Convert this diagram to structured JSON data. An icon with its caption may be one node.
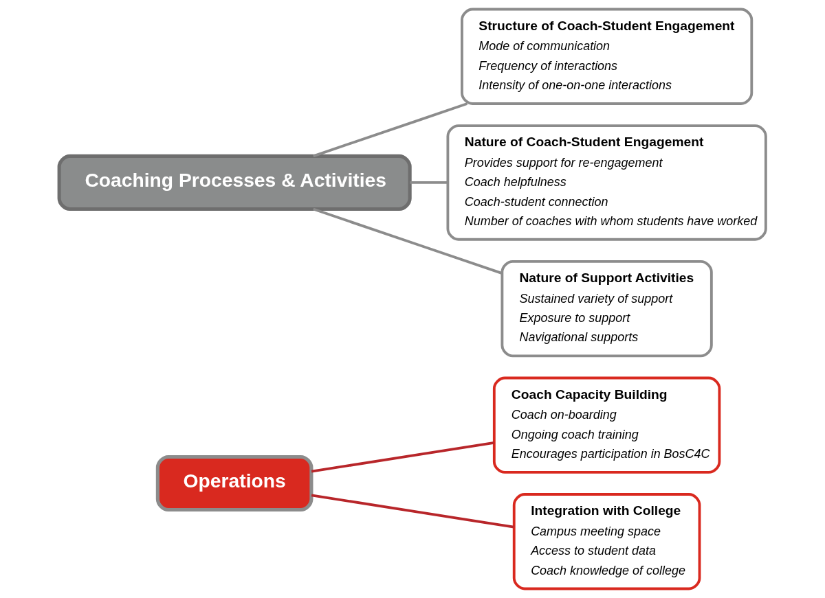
{
  "diagram": {
    "nodes": [
      {
        "text": [
          "Operations"
        ]
      },
      {
        "text": [
          "Coach Capacity Building",
          "Coach on-boarding",
          "Ongoing coach training",
          "Encourages participation in BosC4C"
        ]
      },
      {
        "text": [
          "Integration with College",
          "Campus meeting space",
          "Access to student data",
          "Coach knowledge of college"
        ]
      },
      {
        "text": [
          "Coaching Processes & Activities"
        ]
      },
      {
        "text": [
          "Structure of Coach-Student Engagement",
          "Mode of communication",
          "Frequency of interactions",
          "Intensity of one-on-one interactions"
        ]
      },
      {
        "text": [
          "Nature of Coach-Student Engagement",
          "Provides support for re-engagement",
          "Coach helpfulness",
          "Coach-student connection",
          "Number of coaches with whom students have worked"
        ]
      },
      {
        "text": [
          "Nature of Support Activities",
          "Sustained variety of support",
          "Exposure to support",
          "Navigational supports"
        ]
      }
    ],
    "edges": [
      {
        "from": 0,
        "to": 1,
        "arrow": "none",
        "color": "#b8262a"
      },
      {
        "from": 0,
        "to": 2,
        "arrow": "none",
        "color": "#b8262a"
      },
      {
        "from": 3,
        "to": 4,
        "arrow": "none"
      },
      {
        "from": 3,
        "to": 5,
        "arrow": "none"
      },
      {
        "from": 3,
        "to": 6,
        "arrow": "none"
      }
    ]
  }
}
